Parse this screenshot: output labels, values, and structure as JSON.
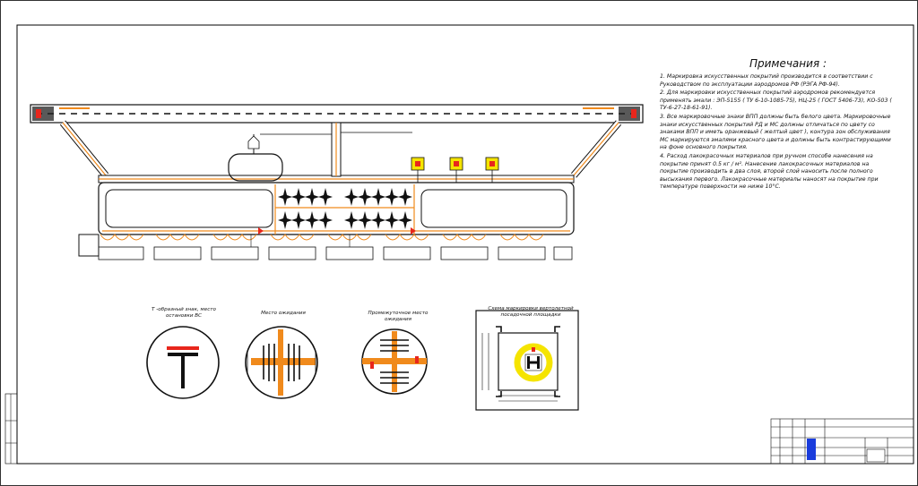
{
  "notes": {
    "title": "Примечания :",
    "items": [
      "1. Маркировка искусственных покрытий производится в соответствии с Руководством по эксплуатации аэродромов РФ   (РЭГА РФ-94).",
      "2. Для маркировки искусственных покрытий аэродромов рекомендуется применять эмали : ЭП-5155 ( ТУ 6-10-1085-75), НЦ-25 ( ГОСТ 5406-73), КО-503 ( ТУ-6-27-18-61-91).",
      "3. Все маркировочные знаки ВПП должны быть белого цвета. Маркировочные знаки искусственных покрытий РД и МС должны отличаться по цвету со знаками ВПП и иметь оранжевый ( желтый цвет ), контура зон обслуживания МС маркируются эмалями красного цвета и должны быть контрастирующими на фоне основного покрытия.",
      "4. Расход лакокрасочных материалов при ручном способе нанесения на покрытие принят  0.5 кг / м². Нанесение лакокрасочных материалов на покрытие производить в два слоя, второй слой наносить после полного высыхания первого. Лакокрасочные материалы наносят на покрытие при температуре поверхности не ниже  10°С."
    ]
  },
  "details": {
    "t_sign": "Т -образный знак, место остановки ВС",
    "holding": "Место ожидания",
    "intermediate": "Промежуточное место ожидания",
    "helipad": "Схема маркировки вертолетной посадочной площадки"
  },
  "colors": {
    "orange": "#f08a1c",
    "red": "#e8261c",
    "yellow": "#f5e400",
    "line": "#111111"
  }
}
